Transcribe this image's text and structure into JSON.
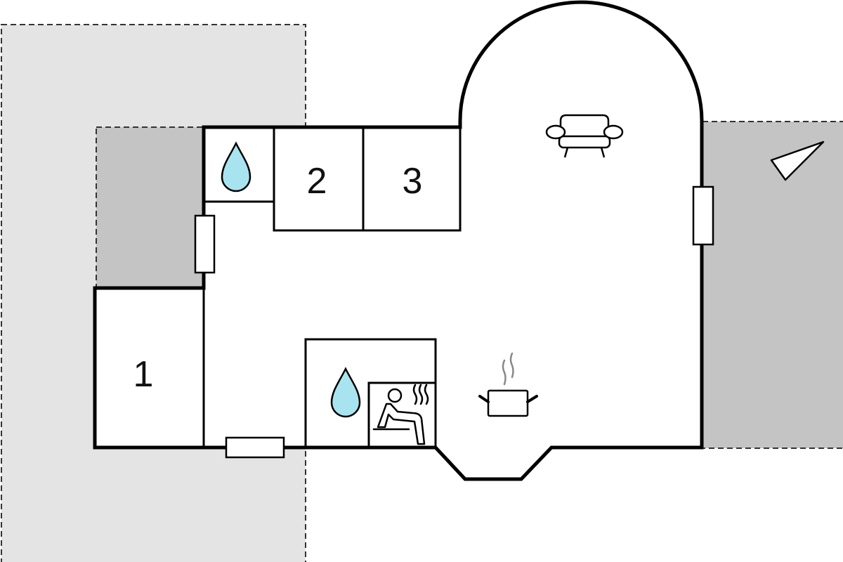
{
  "floorplan": {
    "rooms": [
      {
        "label": "1",
        "type": "bedroom"
      },
      {
        "label": "2",
        "type": "bedroom"
      },
      {
        "label": "3",
        "type": "bedroom"
      }
    ],
    "icons": [
      "water-drop-icon",
      "water-drop-icon",
      "sauna-icon",
      "cooking-pot-icon",
      "sofa-icon",
      "north-arrow-icon"
    ],
    "colors": {
      "terrace_light": "#e4e4e4",
      "terrace_dark": "#c4c4c4",
      "water": "#a8e4f0",
      "wall": "#000000"
    }
  }
}
